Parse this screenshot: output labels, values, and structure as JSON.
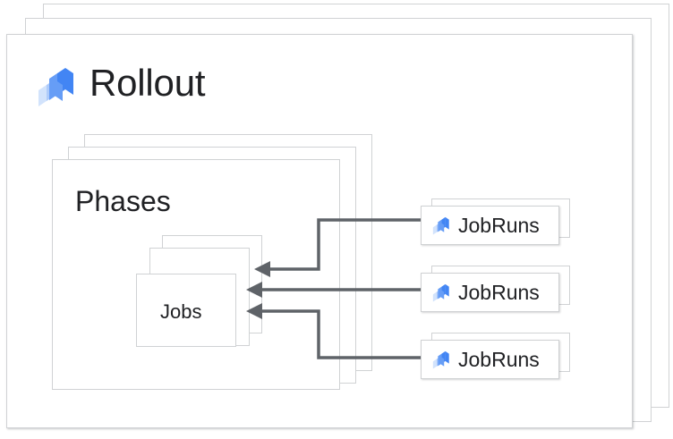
{
  "diagram": {
    "title": "Rollout",
    "logo_icon": "rollout-logo-icon",
    "accent_color": "#4285f4",
    "accent_light_color": "#a8c7fa",
    "accent_pale_color": "#d2e3fc",
    "card_border_color": "#d0d2d4",
    "connector_color": "#5f6368",
    "text_color": "#202124",
    "background_color": "#ffffff",
    "phases": {
      "title": "Phases",
      "stack_count": 3,
      "jobs": {
        "title": "Jobs",
        "stack_count": 3
      }
    },
    "jobruns": [
      {
        "label": "JobRuns",
        "icon": "rollout-logo-icon"
      },
      {
        "label": "JobRuns",
        "icon": "rollout-logo-icon"
      },
      {
        "label": "JobRuns",
        "icon": "rollout-logo-icon"
      }
    ],
    "connections": [
      {
        "from": "JobRuns 1",
        "to": "Jobs",
        "style": "elbow-down-arrow"
      },
      {
        "from": "JobRuns 2",
        "to": "Jobs",
        "style": "straight-arrow"
      },
      {
        "from": "JobRuns 3",
        "to": "Jobs",
        "style": "elbow-up-arrow"
      }
    ]
  }
}
